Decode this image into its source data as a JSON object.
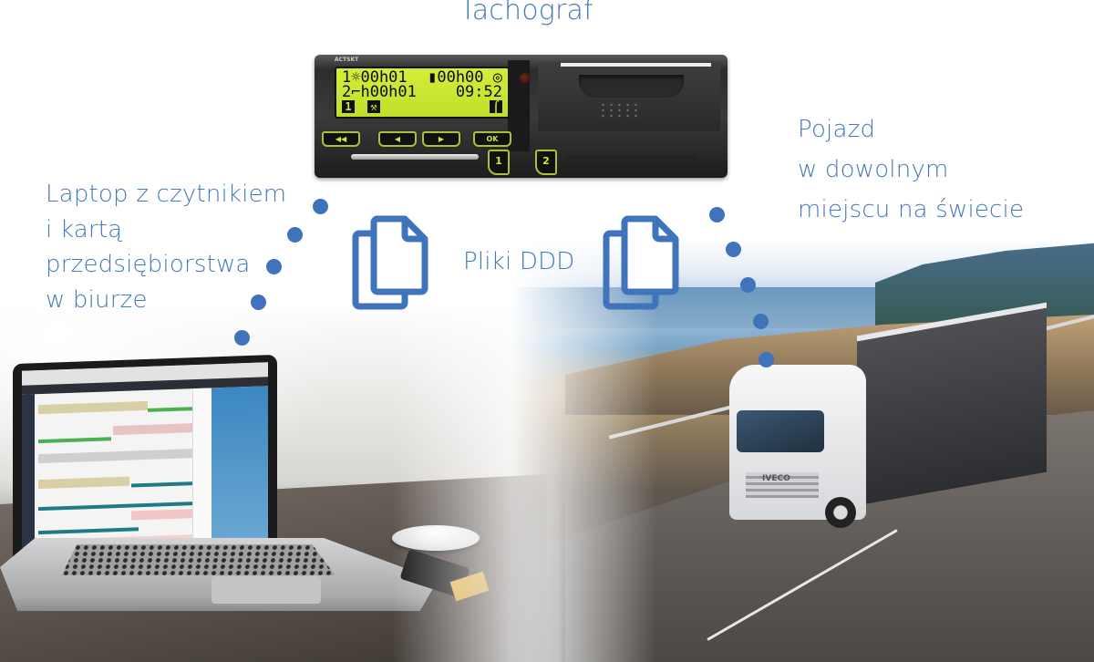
{
  "diagram": {
    "title": "Tachograf",
    "nodes": {
      "tachograph": {
        "label": "Tachograf",
        "brand": "ACTSKT",
        "display": {
          "line1_left": "1☼00h01",
          "line1_right": "▮00h00 ◎",
          "line2_left": "2⌐h00h01",
          "line2_right": "09:52",
          "icons": [
            "1",
            "⚒",
            "⌠"
          ]
        },
        "buttons": [
          "◀◀",
          "◀",
          "▶",
          "OK"
        ],
        "card_slots": [
          "1",
          "2"
        ]
      },
      "laptop": {
        "label_lines": [
          "Laptop z czytnikiem",
          "i kartą",
          "przedsiębiorstwa",
          "w biurze"
        ]
      },
      "vehicle": {
        "label_lines": [
          "Pojazd",
          "w dowolnym",
          "miejscu na świecie"
        ],
        "truck_brand": "IVECO"
      }
    },
    "edges": [
      {
        "from": "laptop",
        "to": "tachograph",
        "style": "dotted",
        "label": "Pliki DDD"
      },
      {
        "from": "tachograph",
        "to": "vehicle",
        "style": "dotted",
        "label": "Pliki DDD"
      }
    ],
    "center_label": "Pliki DDD",
    "icons": [
      "documents-icon",
      "documents-icon"
    ],
    "colors": {
      "accent": "#4479be",
      "dot": "#3f74bd",
      "lcd": "#cfe530",
      "device_body": "#2d2d2d"
    }
  }
}
